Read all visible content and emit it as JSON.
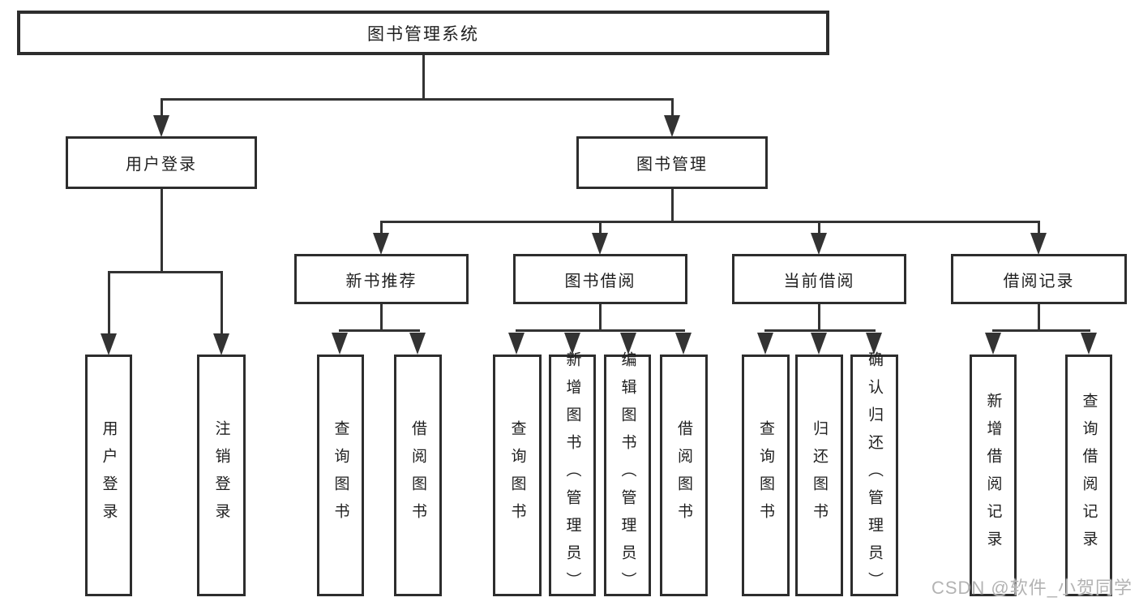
{
  "tree": {
    "root": {
      "label": "图书管理系统"
    },
    "user_login": {
      "label": "用户登录",
      "children": [
        {
          "label": "用户登录"
        },
        {
          "label": "注销登录"
        }
      ]
    },
    "book_mgmt": {
      "label": "图书管理",
      "children": [
        {
          "label": "新书推荐",
          "children": [
            {
              "label": "查询图书"
            },
            {
              "label": "借阅图书"
            }
          ]
        },
        {
          "label": "图书借阅",
          "children": [
            {
              "label": "查询图书"
            },
            {
              "label": "新增图书（管理员）"
            },
            {
              "label": "编辑图书（管理员）"
            },
            {
              "label": "借阅图书"
            }
          ]
        },
        {
          "label": "当前借阅",
          "children": [
            {
              "label": "查询图书"
            },
            {
              "label": "归还图书"
            },
            {
              "label": "确认归还（管理员）"
            }
          ]
        },
        {
          "label": "借阅记录",
          "children": [
            {
              "label": "新增借阅记录"
            },
            {
              "label": "查询借阅记录"
            }
          ]
        }
      ]
    }
  },
  "watermark": "CSDN @软件_小贺同学",
  "colors": {
    "background": "#ffffff",
    "line": "#333333",
    "box_border": "#2d2d2d",
    "text": "#1f1f1f",
    "watermark": "#b3b3b3"
  }
}
